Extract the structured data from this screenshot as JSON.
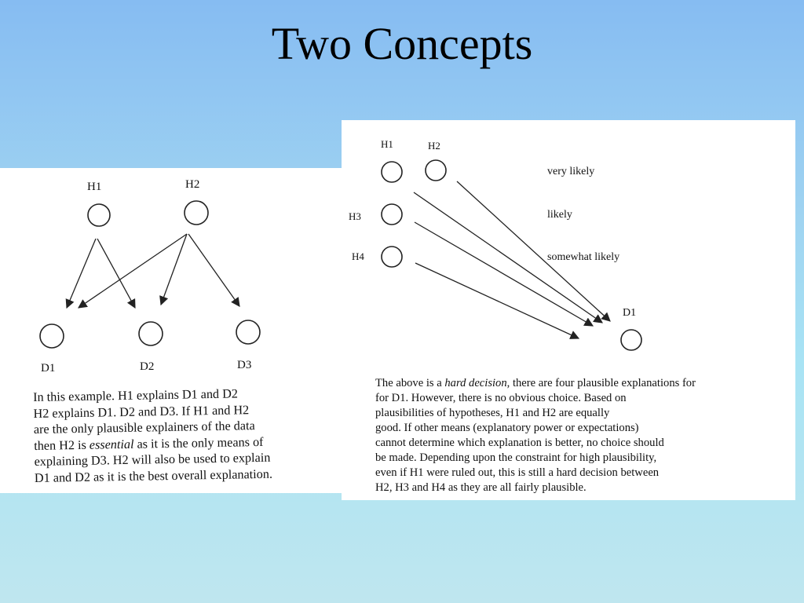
{
  "slide": {
    "title": "Two Concepts"
  },
  "left_figure": {
    "nodes": {
      "h1": "H1",
      "h2": "H2",
      "d1": "D1",
      "d2": "D2",
      "d3": "D3"
    },
    "caption": {
      "line1": "In this example. H1 explains D1 and D2",
      "line2": "H2 explains D1. D2 and D3. If H1 and H2",
      "line3": "are the only plausible explainers of the data",
      "line4_pre": "then H2 is ",
      "line4_em": "essential",
      "line4_post": " as it is the only means of",
      "line5": "explaining D3. H2 will also be used to explain",
      "line6": "D1 and D2 as it is the best overall explanation."
    }
  },
  "right_figure": {
    "nodes": {
      "h1": "H1",
      "h2": "H2",
      "h3": "H3",
      "h4": "H4",
      "d1": "D1"
    },
    "levels": {
      "very_likely": "very likely",
      "likely": "likely",
      "somewhat_likely": "somewhat likely"
    },
    "caption": {
      "line1_pre": "The above is a ",
      "line1_em": "hard decision",
      "line1_post": ", there are four plausible explanations for",
      "line2": "for D1.  However, there is no obvious choice. Based on",
      "line3": "plausibilities of hypotheses, H1 and H2 are equally",
      "line4": "good. If other means (explanatory power or expectations)",
      "line5": "cannot determine which explanation is better, no choice should",
      "line6": "be made. Depending upon the constraint for high plausibility,",
      "line7": "even if H1 were ruled out, this is still a hard decision between",
      "line8": "H2, H3 and H4 as they are all fairly plausible."
    }
  }
}
